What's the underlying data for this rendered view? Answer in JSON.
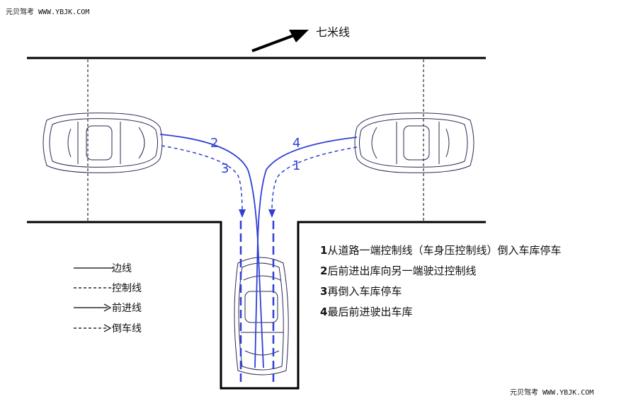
{
  "watermark_top": "元贝驾考 WWW.YBJK.COM",
  "watermark_bottom": "元贝驾考 WWW.YBJK.COM",
  "direction_label": "七米线",
  "path_labels": [
    "2",
    "3",
    "4",
    "1"
  ],
  "legend": {
    "edge_line": "边线",
    "control_line": "控制线",
    "forward_line": "前进线",
    "reverse_line": "倒车线"
  },
  "steps": [
    {
      "num": "1",
      "text": "从道路一端控制线（车身压控制线）倒入车库停车"
    },
    {
      "num": "2",
      "text": "后前进出库向另一端驶过控制线"
    },
    {
      "num": "3",
      "text": "再倒入车库停车"
    },
    {
      "num": "4",
      "text": "最后前进驶出车库"
    }
  ],
  "colors": {
    "path": "#2f3fd6",
    "line": "#000000"
  }
}
